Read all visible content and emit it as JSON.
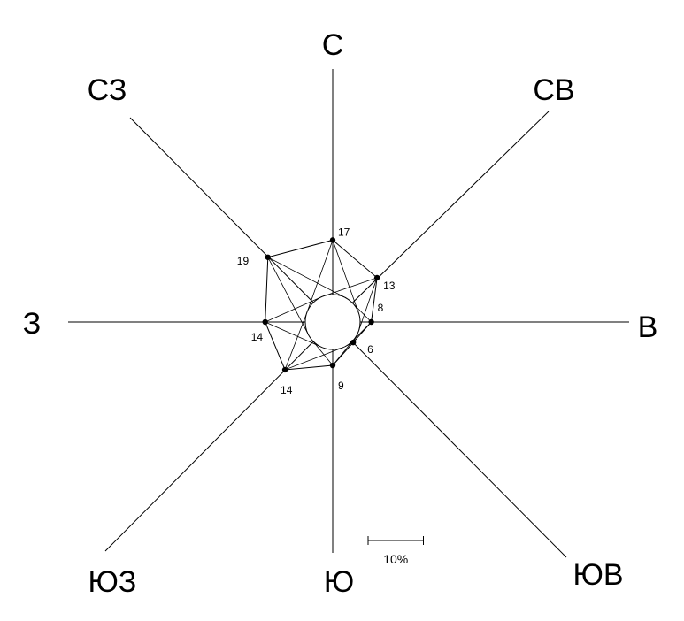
{
  "chart_data": {
    "type": "radar",
    "title": "",
    "directions": [
      "С",
      "СВ",
      "В",
      "ЮВ",
      "Ю",
      "ЮЗ",
      "З",
      "СЗ"
    ],
    "values": [
      17,
      13,
      8,
      6,
      9,
      14,
      14,
      19
    ],
    "unit": "%",
    "scale_bar": {
      "value": 10,
      "label": "10%"
    },
    "grid": false,
    "legend": "none"
  }
}
